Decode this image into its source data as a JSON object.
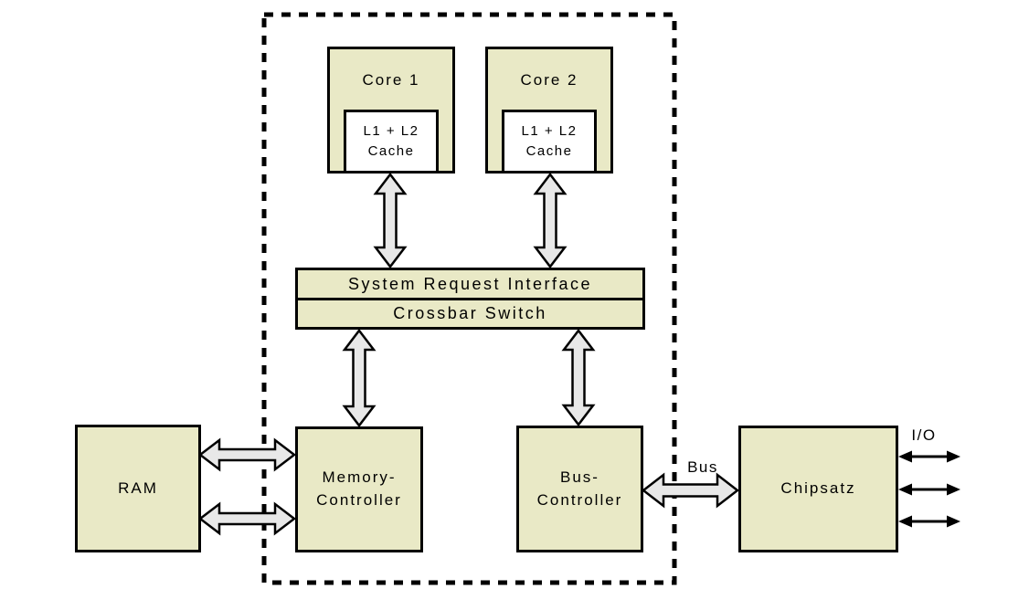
{
  "diagram": {
    "core1": {
      "label": "Core 1",
      "cache": {
        "line1": "L1 + L2",
        "line2": "Cache"
      }
    },
    "core2": {
      "label": "Core 2",
      "cache": {
        "line1": "L1 + L2",
        "line2": "Cache"
      }
    },
    "system_request_interface": {
      "label": "System Request Interface"
    },
    "crossbar_switch": {
      "label": "Crossbar Switch"
    },
    "ram": {
      "label": "RAM"
    },
    "memory_controller": {
      "line1": "Memory-",
      "line2": "Controller"
    },
    "bus_controller": {
      "line1": "Bus-",
      "line2": "Controller"
    },
    "chipsatz": {
      "label": "Chipsatz"
    },
    "bus_label": "Bus",
    "io_label": "I/O",
    "colors": {
      "box_fill": "#e9e9c6",
      "cache_fill": "#ffffff",
      "box_border": "#000000",
      "arrow_fill": "#e8e8e8",
      "arrow_outline": "#000000",
      "dashed_boundary": "#000000",
      "background": "#ffffff",
      "text": "#000000"
    }
  }
}
